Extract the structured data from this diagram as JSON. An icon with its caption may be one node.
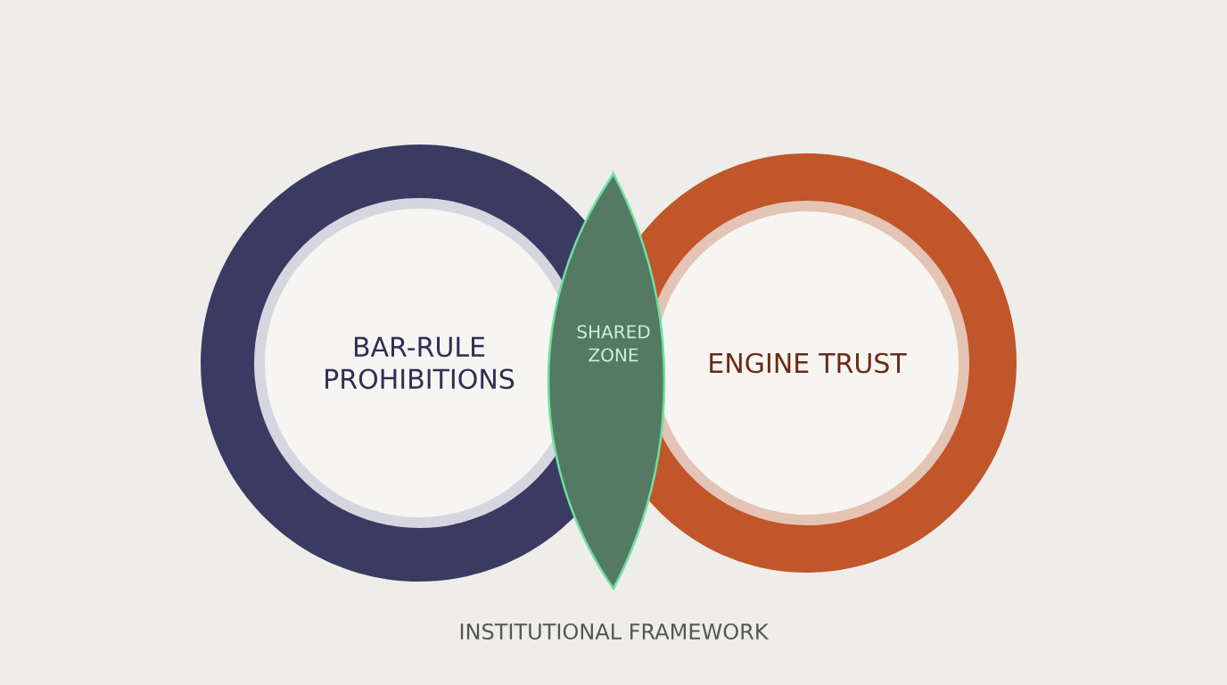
{
  "diagram": {
    "caption": "INSTITUTIONAL FRAMEWORK",
    "nodes": [
      {
        "text": [
          "BAR-RULE PROHIBITIONS"
        ]
      },
      {
        "text": [
          "ENGINE TRUST"
        ]
      },
      {
        "text": [
          "SHARED ZONE"
        ]
      }
    ]
  }
}
